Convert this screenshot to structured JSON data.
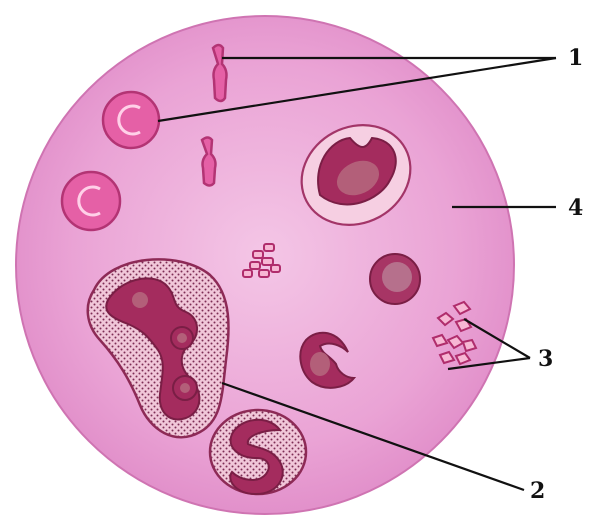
{
  "labels": {
    "one": "1",
    "two": "2",
    "three": "3",
    "four": "4"
  },
  "colors": {
    "field": "#e99ad0",
    "rbc": "#e560a6",
    "nucleus": "#a42c5e"
  }
}
